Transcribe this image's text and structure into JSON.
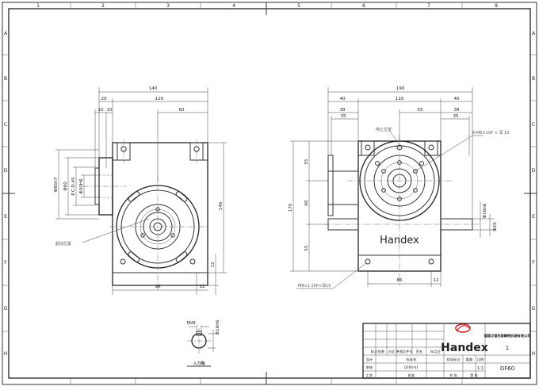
{
  "frame": {
    "columns": [
      "1",
      "2",
      "3",
      "4",
      "5",
      "6",
      "7",
      "8"
    ],
    "rows": [
      "A",
      "B",
      "C",
      "D",
      "E",
      "F",
      "G",
      "H"
    ]
  },
  "front_view": {
    "dims": {
      "overall_width": "140",
      "left_offset": "20",
      "body_width": "120",
      "flange_a": "10",
      "flange_b": "10",
      "center_to_right": "60",
      "shaft_dia": "Φ85h7",
      "bore_dia": "Φ60",
      "pcd": "P.C.D.45",
      "pin_dia": "Φ30H6",
      "height": "146",
      "bottom_offset": "12",
      "center_to_left": "96",
      "right_gap": "12"
    },
    "labels": {
      "start_position": "起动位置"
    }
  },
  "side_view": {
    "dims": {
      "overall_width": "190",
      "left_ext": "40",
      "center_width": "110",
      "right_ext": "40",
      "left_a": "38",
      "left_b": "35",
      "center_to_right": "55",
      "right_a": "38",
      "right_b": "35",
      "total_height": "170",
      "upper": "55",
      "middle": "60",
      "lower": "55",
      "base_width": "86",
      "base_gap": "12",
      "shaft_fit": "Φ16h6",
      "shaft_dia": "Φ20"
    },
    "labels": {
      "stop_position": "停止位置",
      "tap_holes": "6-M6×10P × 深 10",
      "mount_holes": "M8×1.25P×深15",
      "brand": "Handex"
    }
  },
  "detail_view": {
    "dims": {
      "key": "5N9",
      "shaft": "Φ16h6"
    },
    "labels": {
      "input_shaft": "入力軸"
    }
  },
  "title_block": {
    "company": "德国汉德克斯精密机械有限公司",
    "brand": "Handex",
    "model": "DF60",
    "sheet_no": "1",
    "scale": "1:1",
    "row_cells": [
      "标记",
      "处数",
      "分区",
      "更改文件号",
      "签名",
      "年月日"
    ],
    "cells": [
      "设计",
      "标准化",
      "审核",
      "工艺",
      "批准",
      "阶段标记",
      "重量",
      "比例",
      "共 张",
      "第 张"
    ],
    "extra": "DF60-01"
  },
  "colors": {
    "line": "#333333",
    "paper": "#ffffff"
  }
}
